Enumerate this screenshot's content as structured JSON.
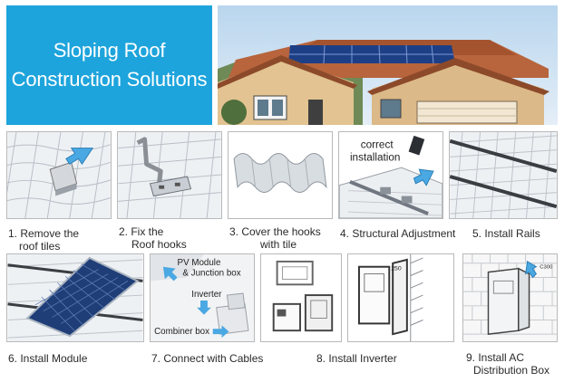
{
  "banner": {
    "line1": "Sloping Roof",
    "line2": "Construction Solutions"
  },
  "colors": {
    "banner": "#1ea4dc",
    "arrow": "#4aa8e2",
    "roof": "#b8643c",
    "panel": "#1d3f86"
  },
  "steps": [
    {
      "line1": "1. Remove the",
      "line2": "roof tiles"
    },
    {
      "line1": "2.   Fix the",
      "line2": "Roof hooks"
    },
    {
      "line1": "3. Cover the hooks",
      "line2": "with tile"
    },
    {
      "line1": "4. Structural Adjustment"
    },
    {
      "line1": "5. Install Rails"
    },
    {
      "line1": "6. Install Module"
    },
    {
      "line1": "7. Connect with Cables"
    },
    {
      "line1": "8. Install Inverter"
    },
    {
      "line1": "9.     Install AC",
      "line2": "Distribution Box"
    }
  ],
  "callouts": {
    "correct_1": "correct",
    "correct_2": "installation",
    "pv_1": "PV Module",
    "pv_2": "& Junction box",
    "inverter": "Inverter",
    "combiner": "Combiner box",
    "inverter_tag": "250",
    "ac_tag": "C300"
  }
}
